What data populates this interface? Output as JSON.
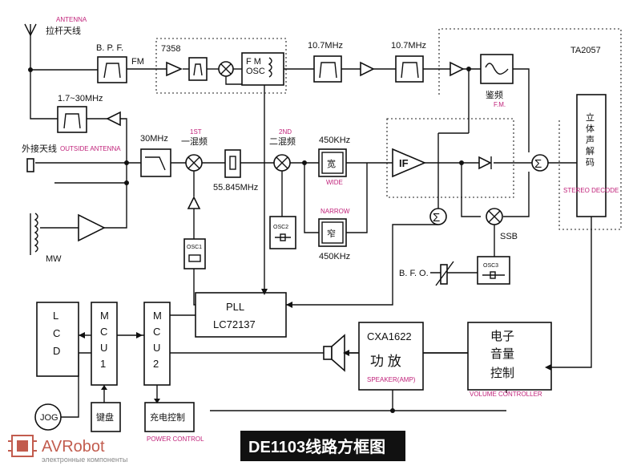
{
  "labels": {
    "antenna_en": "ANTENNA",
    "antenna_cn": "拉杆天线",
    "bpf": "B. P. F.",
    "fm": "FM",
    "chip_7358": "7358",
    "fm_osc_1": "F M",
    "fm_osc_2": "OSC",
    "if_107a": "10.7MHz",
    "if_107b": "10.7MHz",
    "ta2057": "TA2057",
    "sw_range": "1.7~30MHz",
    "outside_cn": "外接天线",
    "outside_en": "OUTSIDE ANTENNA",
    "f30": "30MHz",
    "first_en": "1ST",
    "first_cn": "一混频",
    "f55": "55.845MHz",
    "second_en": "2ND",
    "second_cn": "二混频",
    "f450a": "450KHz",
    "wide_cn": "宽",
    "wide_en": "WIDE",
    "narrow_en": "NARROW",
    "narrow_cn": "窄",
    "f450b": "450KHz",
    "if": "IF",
    "jianpin": "鉴频",
    "fm_en": "F.M.",
    "sigma": "Σ",
    "ssb": "SSB",
    "stereo_cn": "立体声解码",
    "stereo_en": "STEREO DECODE",
    "mw": "MW",
    "osc1": "OSC1",
    "osc2": "OSC2",
    "osc3": "OSC3",
    "bfo": "B. F. O.",
    "pll_1": "PLL",
    "pll_2": "LC72137",
    "lcd": "L C D",
    "mcu1": "M C U 1",
    "mcu2": "M C U 2",
    "cxa_1": "CXA1622",
    "cxa_2": "功  放",
    "speaker_en": "SPEAKER(AMP)",
    "vol_1": "电子",
    "vol_2": "音量",
    "vol_3": "控制",
    "vol_en": "VOLUME CONTROLLER",
    "jog": "JOG",
    "keyboard": "键盘",
    "charge": "充电控制",
    "power_en": "POWER CONTROL",
    "title": "DE1103线路方框图",
    "logo": "AVRobot",
    "logo_sub": "электронные компоненты"
  }
}
